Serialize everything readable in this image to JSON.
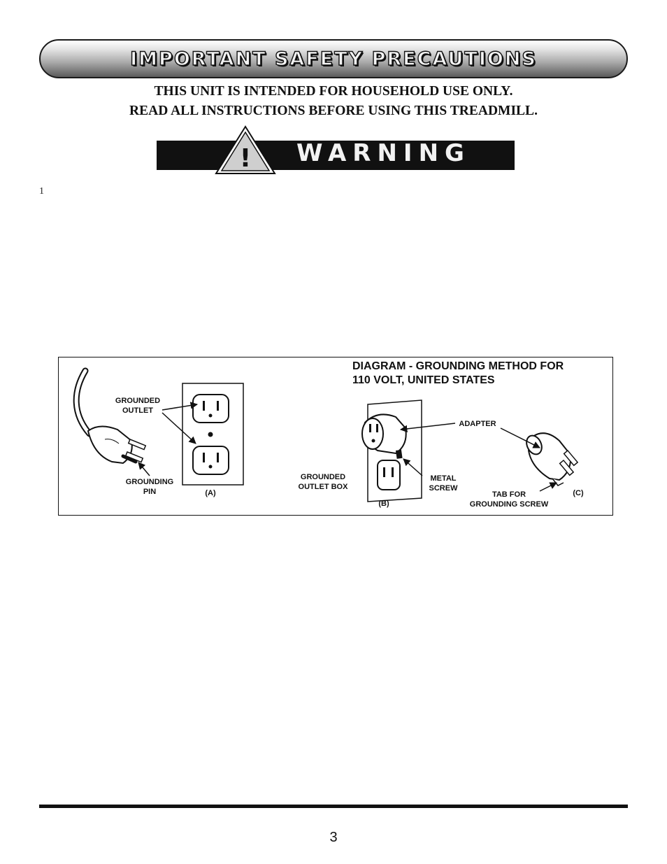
{
  "header": {
    "title": "IMPORTANT SAFETY PRECAUTIONS",
    "intro_line1": "THIS UNIT IS INTENDED FOR HOUSEHOLD USE ONLY.",
    "intro_line2": "READ ALL INSTRUCTIONS BEFORE USING THIS TREADMILL."
  },
  "warning": {
    "label": "WARNING",
    "symbol": "!",
    "icon": "warning-triangle-icon"
  },
  "list": {
    "first_item_number": "1"
  },
  "diagram": {
    "title_line1": "DIAGRAM - GROUNDING METHOD FOR",
    "title_line2": "110 VOLT, UNITED STATES",
    "labels": {
      "grounded_outlet_1": "GROUNDED",
      "grounded_outlet_2": "OUTLET",
      "grounding_pin_1": "GROUNDING",
      "grounding_pin_2": "PIN",
      "panel_a": "(A)",
      "grounded_outlet_box_1": "GROUNDED",
      "grounded_outlet_box_2": "OUTLET BOX",
      "panel_b": "(B)",
      "metal_screw_1": "METAL",
      "metal_screw_2": "SCREW",
      "adapter": "ADAPTER",
      "tab_1": "TAB FOR",
      "tab_2": "GROUNDING SCREW",
      "panel_c": "(C)"
    }
  },
  "footer": {
    "page_number": "3"
  }
}
